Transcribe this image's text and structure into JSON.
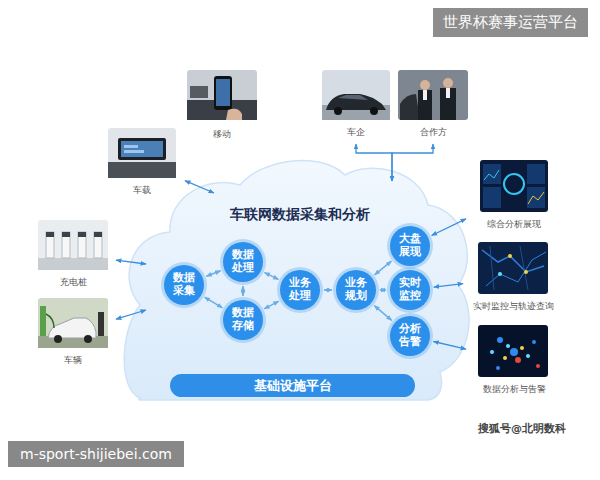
{
  "diagram": {
    "nodes": [
      {
        "text": [
          "移动"
        ]
      },
      {
        "text": [
          "车企"
        ]
      },
      {
        "text": [
          "合作方"
        ]
      },
      {
        "text": [
          "车载"
        ]
      },
      {
        "text": [
          "车联网数据采集和分析"
        ]
      },
      {
        "text": [
          "数据采集"
        ],
        "in": 4
      },
      {
        "text": [
          "数据处理"
        ],
        "in": 4
      },
      {
        "text": [
          "数据存储"
        ],
        "in": 4
      },
      {
        "text": [
          "业务处理"
        ],
        "in": 4
      },
      {
        "text": [
          "业务规划"
        ],
        "in": 4
      },
      {
        "text": [
          "大盘展现"
        ],
        "in": 4
      },
      {
        "text": [
          "实时监控"
        ],
        "in": 4
      },
      {
        "text": [
          "分析告警"
        ],
        "in": 4
      },
      {
        "text": [
          "基础设施平台"
        ],
        "in": 4
      },
      {
        "text": [
          "综合分析展现"
        ]
      },
      {
        "text": [
          "充电桩"
        ]
      },
      {
        "text": [
          "实时监控与轨迹查询"
        ]
      },
      {
        "text": [
          "车辆"
        ]
      },
      {
        "text": [
          "数据分析与告警"
        ]
      }
    ],
    "edges": [
      {
        "from": 3,
        "to": 4,
        "arrow": "both"
      },
      {
        "from": 1,
        "to": 4,
        "arrow": "both"
      },
      {
        "from": 2,
        "to": 4,
        "arrow": "both"
      },
      {
        "from": 15,
        "to": 4,
        "arrow": "both"
      },
      {
        "from": 17,
        "to": 4,
        "arrow": "both"
      },
      {
        "from": 5,
        "to": 6,
        "arrow": "both"
      },
      {
        "from": 5,
        "to": 7,
        "arrow": "both"
      },
      {
        "from": 6,
        "to": 7,
        "arrow": "both"
      },
      {
        "from": 6,
        "to": 8,
        "arrow": "both"
      },
      {
        "from": 7,
        "to": 8,
        "arrow": "both"
      },
      {
        "from": 8,
        "to": 9,
        "arrow": "both"
      },
      {
        "from": 9,
        "to": 10,
        "arrow": "both"
      },
      {
        "from": 9,
        "to": 11,
        "arrow": "both"
      },
      {
        "from": 9,
        "to": 12,
        "arrow": "both"
      },
      {
        "from": 10,
        "to": 14,
        "arrow": "both"
      },
      {
        "from": 11,
        "to": 16,
        "arrow": "both"
      },
      {
        "from": 12,
        "to": 18,
        "arrow": "both"
      }
    ],
    "labels": [
      "世界杯赛事运营平台",
      "搜狐号@北明数科",
      "m-sport-shijiebei.com"
    ]
  }
}
